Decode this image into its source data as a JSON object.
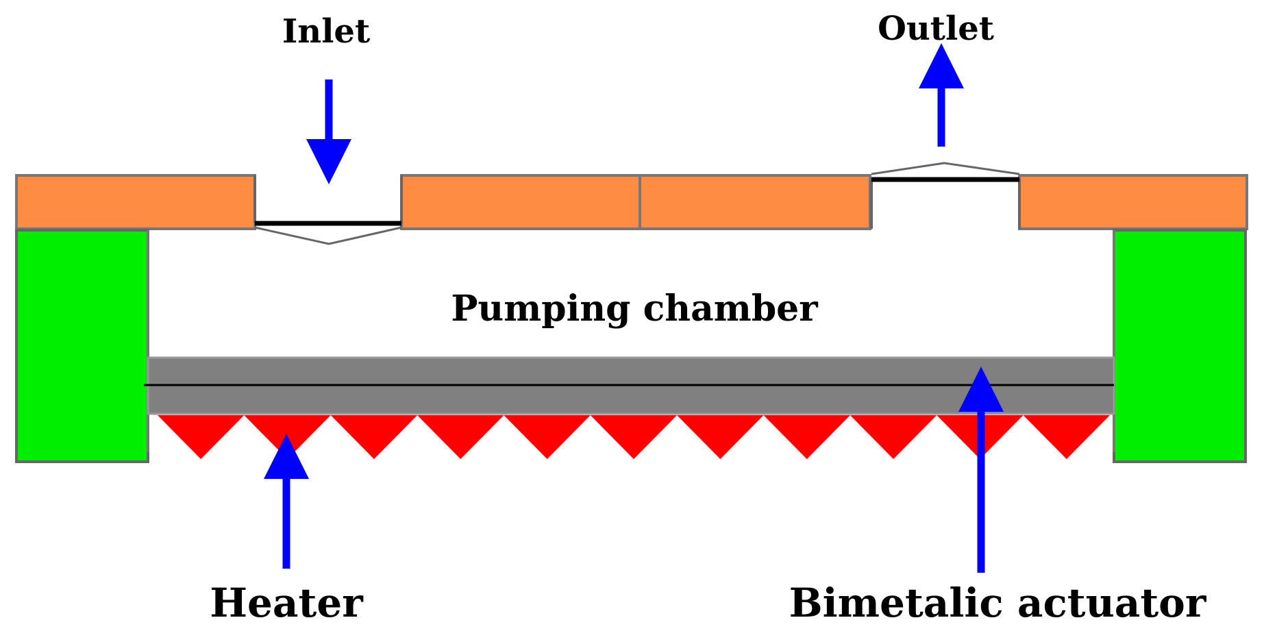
{
  "labels": {
    "inlet": "Inlet",
    "outlet": "Outlet",
    "chamber": "Pumping chamber",
    "heater": "Heater",
    "actuator": "Bimetalic actuator"
  },
  "colors": {
    "cover": "#ff8c42",
    "spacer": "#00ee00",
    "actuator": "#808080",
    "heater": "#ff0000",
    "arrow": "#0000ff",
    "edge": "#555555"
  }
}
